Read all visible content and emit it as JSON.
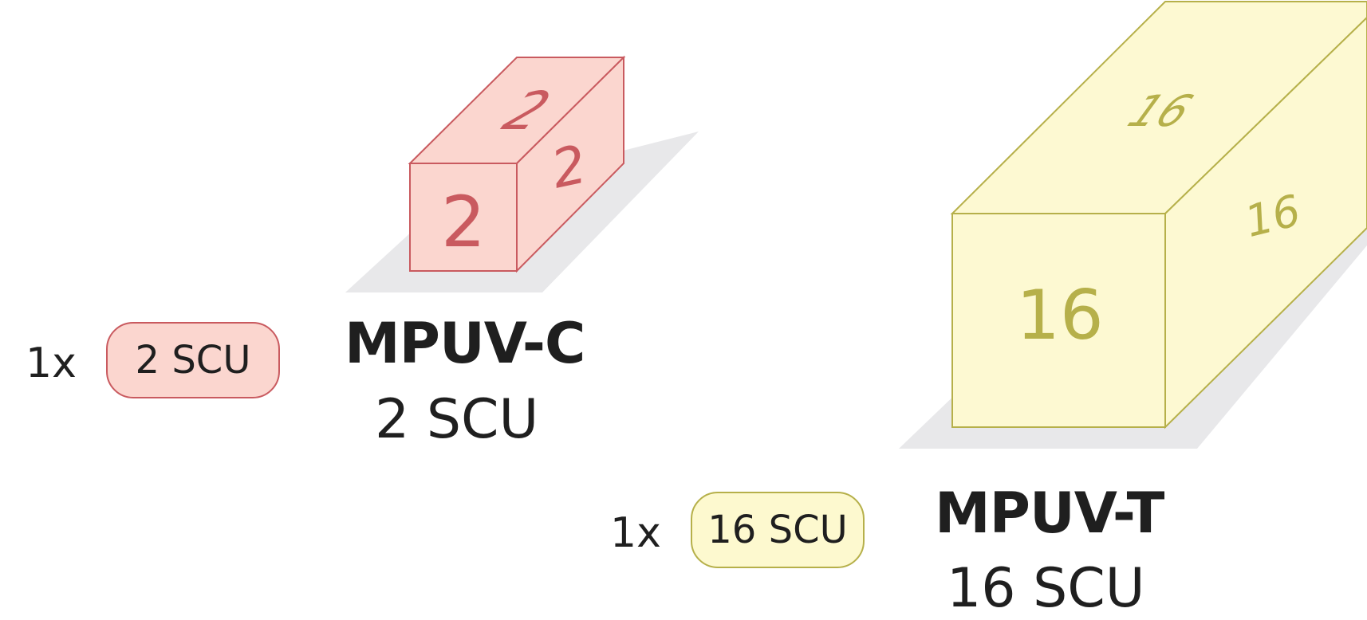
{
  "left_block": {
    "quantity": "1x",
    "pill_label": "2 SCU",
    "model_name": "MPUV-C",
    "model_capacity": "2 SCU",
    "front_number": "2",
    "top_number": "2",
    "side_number": "2",
    "fill": "#fbd6cf",
    "stroke": "#c95a5f",
    "text_color": "#c95a5f"
  },
  "right_block": {
    "quantity": "1x",
    "pill_label": "16 SCU",
    "model_name": "MPUV-T",
    "model_capacity": "16 SCU",
    "front_number": "16",
    "top_number": "16",
    "side_number": "16",
    "fill": "#fdf9d2",
    "stroke": "#b6b04a",
    "text_color": "#b6b04a"
  },
  "shadow_color": "#e8e8ea"
}
